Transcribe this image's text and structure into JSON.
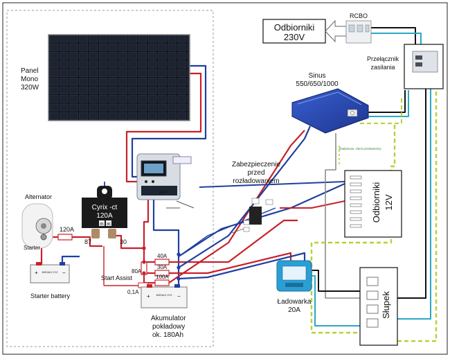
{
  "panel": {
    "line1": "Panel",
    "line2": "Mono",
    "line3": "320W"
  },
  "alternator": {
    "title": "Alternator",
    "starter": "Starter"
  },
  "starter_battery": {
    "label": "Starter battery",
    "plate_text": "MODULE XYZ"
  },
  "cyrix": {
    "line1": "Cyrix -ct",
    "line2": "120A",
    "t87": "87",
    "t30": "30",
    "t85": "85",
    "t86": "86"
  },
  "fuses": {
    "f120": "120A",
    "f80": "80A",
    "f40": "40A",
    "f30": "30A",
    "f100": "100A",
    "f01": "0,1A"
  },
  "start_assist": "Start Assist",
  "aux_battery": {
    "line1": "Akumulator",
    "line2": "pokładowy",
    "line3": "ok. 180Ah",
    "plate_text": "MODULE XYZ"
  },
  "mppt": {
    "badge": "MPPT"
  },
  "protection": {
    "line1": "Zabezpieczenie",
    "line2": "przed",
    "line3": "rozładowaniem"
  },
  "sinus": {
    "line1": "Sinus",
    "line2": "550/650/1000"
  },
  "loads_230": {
    "line1": "Odbiorniki",
    "line2": "230V"
  },
  "rcbo": "RCBO",
  "switch": {
    "line1": "Przełącznik",
    "line2": "zasilania"
  },
  "bonding_note": "Zbalansow. ziemi przetwornicy",
  "loads_12": {
    "line1": "Odbiorniki",
    "line2": "12V"
  },
  "charger": {
    "line1": "Ładowarka",
    "line2": "20A"
  },
  "stupek": "Słupek",
  "colors": {
    "red": "#c8202a",
    "blue": "#1f3fa0",
    "black": "#111111",
    "cyan": "#2aa6c9",
    "yellow_green": "#b4d233",
    "grey": "#8c8c8c"
  }
}
